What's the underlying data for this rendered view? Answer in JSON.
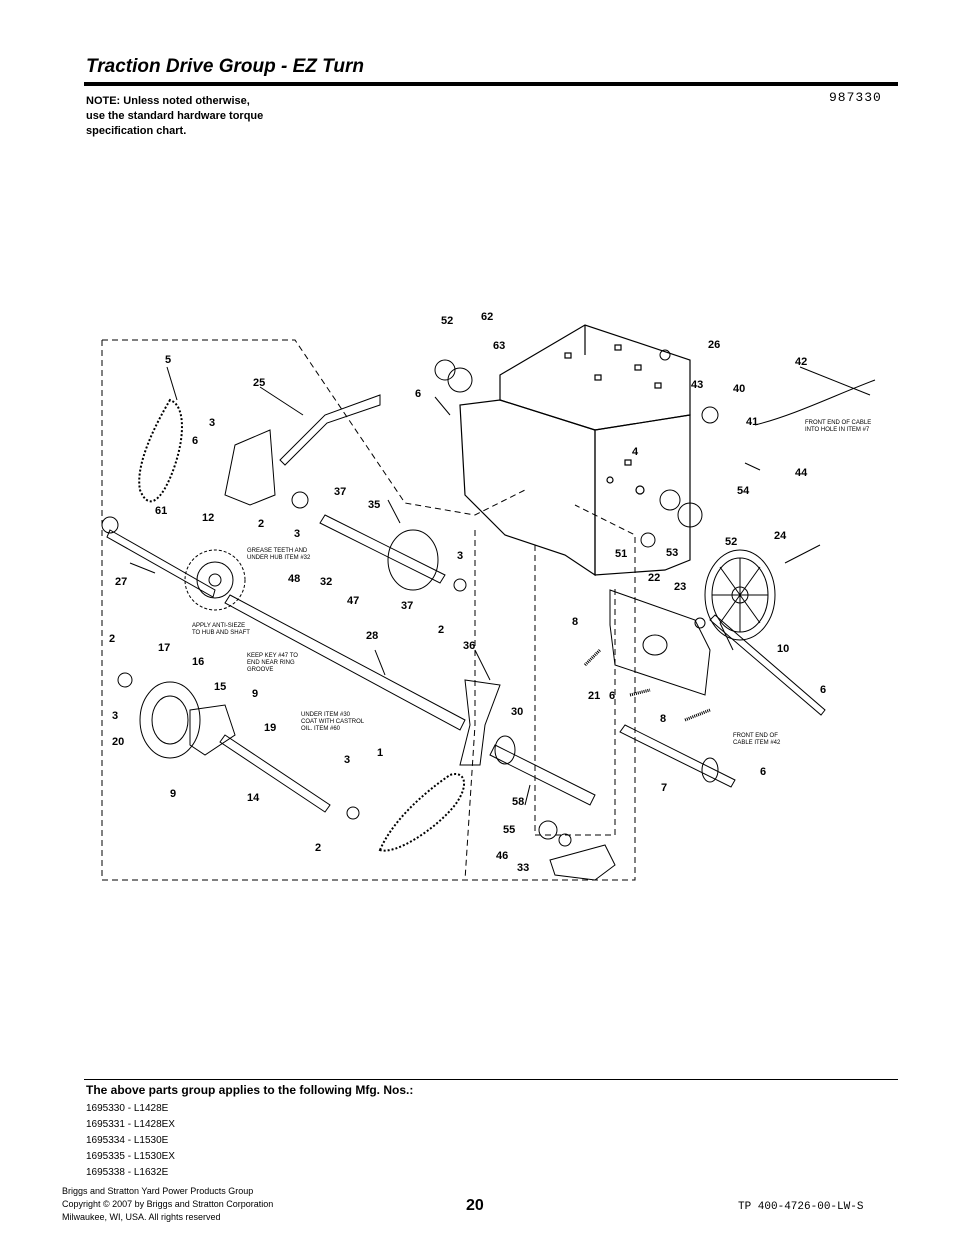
{
  "header": {
    "title": "Traction Drive Group - EZ Turn",
    "note": [
      "NOTE: Unless noted otherwise,",
      "use the standard hardware torque",
      "specification chart."
    ],
    "diagram_ref": "987330"
  },
  "diagram": {
    "callouts": [
      "52",
      "62",
      "63",
      "26",
      "42",
      "5",
      "25",
      "6",
      "43",
      "40",
      "41",
      "3",
      "6",
      "4",
      "44",
      "12",
      "37",
      "54",
      "2",
      "35",
      "61",
      "3",
      "51",
      "53",
      "52",
      "24",
      "3",
      "22",
      "27",
      "48",
      "32",
      "23",
      "47",
      "37",
      "2",
      "8",
      "28",
      "36",
      "10",
      "2",
      "17",
      "16",
      "21",
      "6",
      "6",
      "15",
      "9",
      "8",
      "3",
      "19",
      "30",
      "20",
      "9",
      "3",
      "7",
      "6",
      "1",
      "14",
      "58",
      "55",
      "2",
      "46",
      "33"
    ],
    "annotations": {
      "grease": [
        "GREASE TEETH AND",
        "UNDER HUB ITEM #32"
      ],
      "anti_seize": [
        "APPLY ANTI-SIEZE",
        "TO HUB AND SHAFT"
      ],
      "keep_key": [
        "KEEP KEY #47 TO",
        "END NEAR RING",
        "GROOVE"
      ],
      "under_item": [
        "UNDER ITEM #30",
        "COAT WITH CASTROL",
        "OIL. ITEM #60"
      ],
      "cable_front_7": [
        "FRONT END OF CABLE",
        "INTO HOLE IN ITEM #7"
      ],
      "cable_front_42": [
        "FRONT END OF",
        "CABLE ITEM #42"
      ]
    }
  },
  "applies": {
    "heading": "The above parts group applies to the following Mfg. Nos.:",
    "models": [
      "1695330 - L1428E",
      "1695331 - L1428EX",
      "1695334 - L1530E",
      "1695335 - L1530EX",
      "1695338 - L1632E"
    ]
  },
  "footer": {
    "company": [
      "Briggs and Stratton Yard Power Products Group",
      "Copyright ©  2007 by Briggs and Stratton Corporation",
      "Milwaukee, WI, USA. All rights reserved"
    ],
    "page_number": "20",
    "doc_code": "TP 400-4726-00-LW-S"
  }
}
